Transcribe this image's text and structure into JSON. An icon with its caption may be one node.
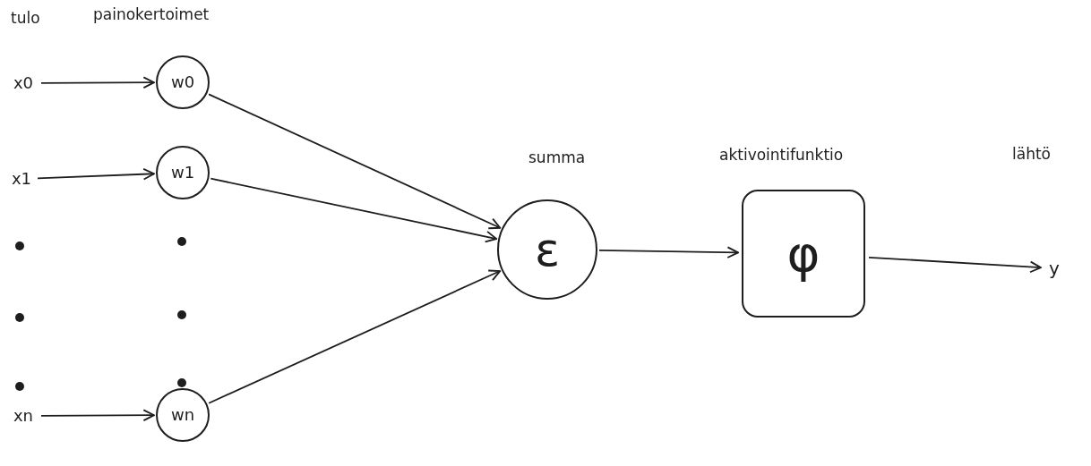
{
  "diagram": {
    "nodes": [
      {
        "text": [
          "x0"
        ]
      },
      {
        "text": [
          "x1"
        ]
      },
      {
        "text": [
          "xn"
        ]
      },
      {
        "text": [
          "w0"
        ]
      },
      {
        "text": [
          "w1"
        ]
      },
      {
        "text": [
          "wn"
        ]
      },
      {
        "text": [
          "ε"
        ]
      },
      {
        "text": [
          "φ"
        ]
      },
      {
        "text": [
          "y"
        ]
      }
    ],
    "edges": [
      {
        "from": 0,
        "to": 3,
        "arrow": "to"
      },
      {
        "from": 1,
        "to": 4,
        "arrow": "to"
      },
      {
        "from": 2,
        "to": 5,
        "arrow": "to"
      },
      {
        "from": 3,
        "to": 6,
        "arrow": "to"
      },
      {
        "from": 4,
        "to": 6,
        "arrow": "to"
      },
      {
        "from": 5,
        "to": 6,
        "arrow": "to"
      },
      {
        "from": 6,
        "to": 7,
        "arrow": "to"
      },
      {
        "from": 7,
        "to": 8,
        "arrow": "to"
      }
    ],
    "labels": [
      "tulo",
      "painokertoimet",
      "summa",
      "aktivointifunktio",
      "lähtö"
    ]
  }
}
